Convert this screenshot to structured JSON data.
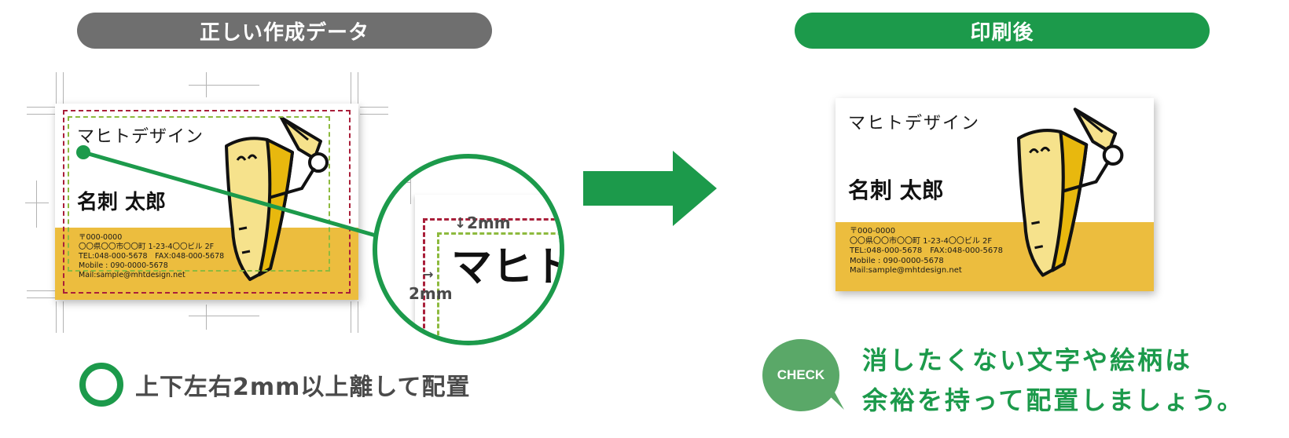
{
  "headers": {
    "left": "正しい作成データ",
    "right": "印刷後"
  },
  "card": {
    "company": "マヒトデザイン",
    "person": "名刺 太郎",
    "info": [
      "〒000-0000",
      "〇〇県〇〇市〇〇町 1-23-4〇〇ビル 2F",
      "TEL:048-000-5678　FAX:048-000-5678",
      "Mobile : 090-0000-5678",
      "Mail:sample@mhtdesign.net"
    ]
  },
  "zoom": {
    "text": "マヒト",
    "top_margin": "2mm",
    "left_margin": "2mm"
  },
  "captions": {
    "left": "上下左右2mm以上離して配置",
    "check_badge": "CHECK",
    "check_line1": "消したくない文字や絵柄は",
    "check_line2": "余裕を持って配置しましょう。"
  },
  "colors": {
    "brand_green": "#1c9a4b",
    "header_gray": "#6f6f6f",
    "card_yellow": "#ecbd3e",
    "bleed_red": "#a91f3a",
    "safe_green": "#8dba3e"
  },
  "icons": [
    "right-arrow-icon",
    "ok-circle-icon",
    "check-speech-bubble-icon",
    "mascot-illustration"
  ]
}
